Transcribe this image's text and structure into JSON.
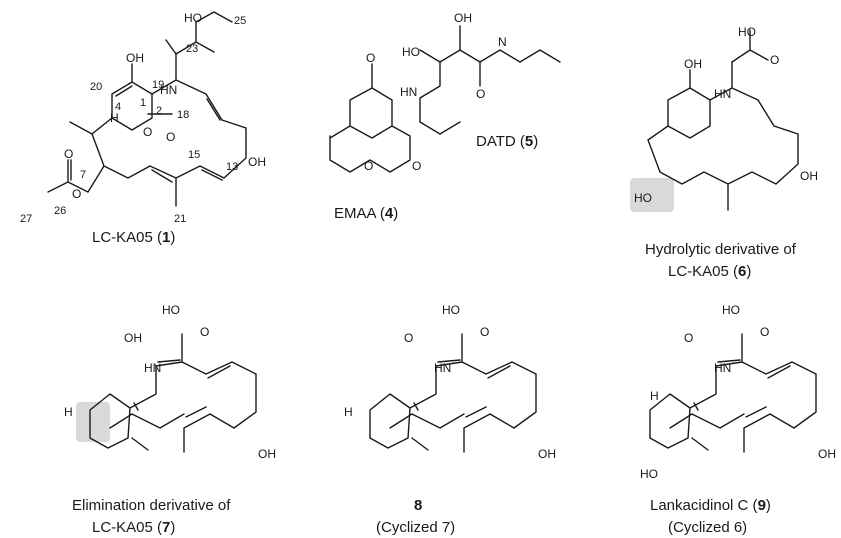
{
  "compounds": [
    {
      "id": "c1",
      "caption_pre": "LC-KA05 (",
      "caption_bold": "1",
      "caption_post": ")"
    },
    {
      "id": "c4",
      "caption_pre": "EMAA (",
      "caption_bold": "4",
      "caption_post": ")"
    },
    {
      "id": "c5",
      "caption_pre": "DATD (",
      "caption_bold": "5",
      "caption_post": ")"
    },
    {
      "id": "c6",
      "caption_line1": "Hydrolytic derivative of",
      "caption_pre": "LC-KA05 (",
      "caption_bold": "6",
      "caption_post": ")"
    },
    {
      "id": "c7",
      "caption_line1": "Elimination derivative of",
      "caption_pre": "LC-KA05 (",
      "caption_bold": "7",
      "caption_post": ")"
    },
    {
      "id": "c8",
      "caption_bold": "8",
      "caption_line2": "(Cyclized 7)"
    },
    {
      "id": "c9",
      "caption_pre": "Lankacidinol C (",
      "caption_bold": "9",
      "caption_post": ")",
      "caption_line2": "(Cyclized 6)"
    }
  ],
  "atoms": {
    "O": "O",
    "OH": "OH",
    "HO": "HO",
    "HN": "HN",
    "H": "H",
    "N": "N"
  },
  "numbering": [
    "20",
    "19",
    "18",
    "25",
    "23",
    "4",
    "2",
    "1",
    "15",
    "13",
    "7",
    "26",
    "27",
    "21"
  ],
  "colors": {
    "ink": "#1a1a1a",
    "highlight": "#d9d9d9",
    "background": "#ffffff"
  }
}
